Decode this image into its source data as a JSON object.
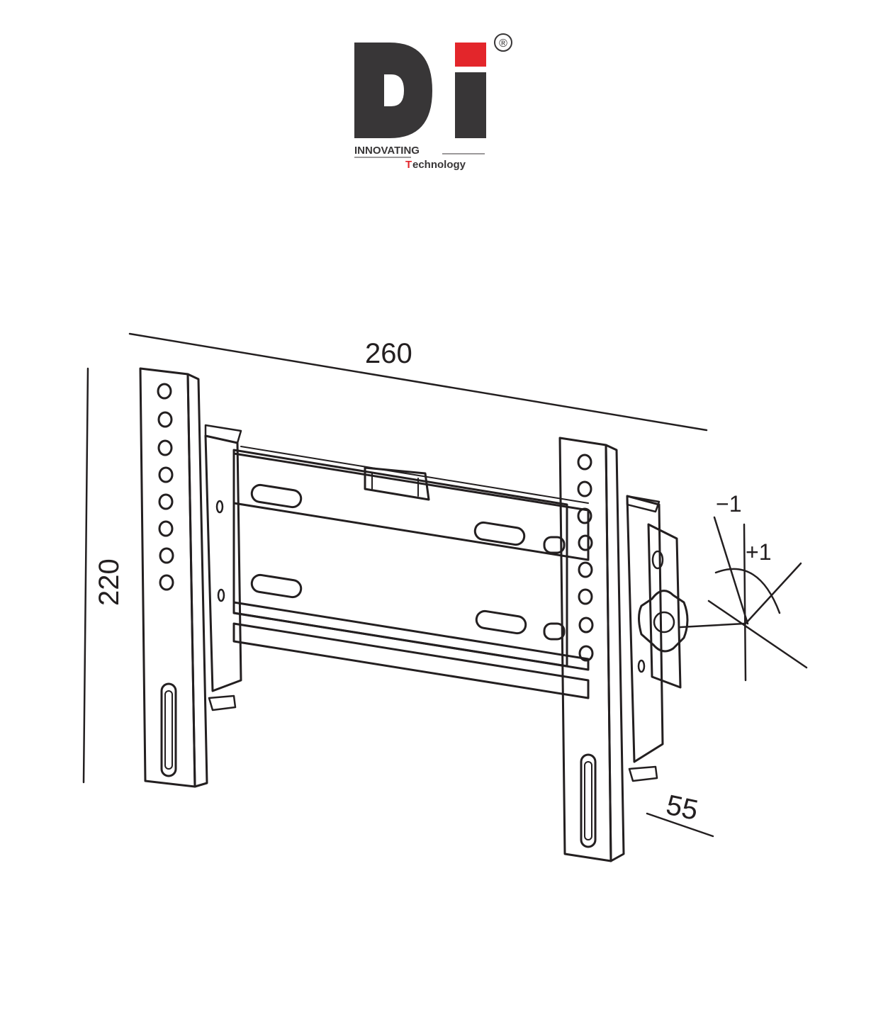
{
  "logo": {
    "mark": "Di",
    "registered": "®",
    "tagline_top": "INNOVATING",
    "tagline_bottom": "echnology",
    "tagline_initial": "T",
    "colors": {
      "dark": "#383637",
      "red": "#e3262b"
    }
  },
  "dimensions": {
    "width": "260",
    "height": "220",
    "depth": "55",
    "tilt_minus": "−1",
    "tilt_plus": "+1"
  }
}
